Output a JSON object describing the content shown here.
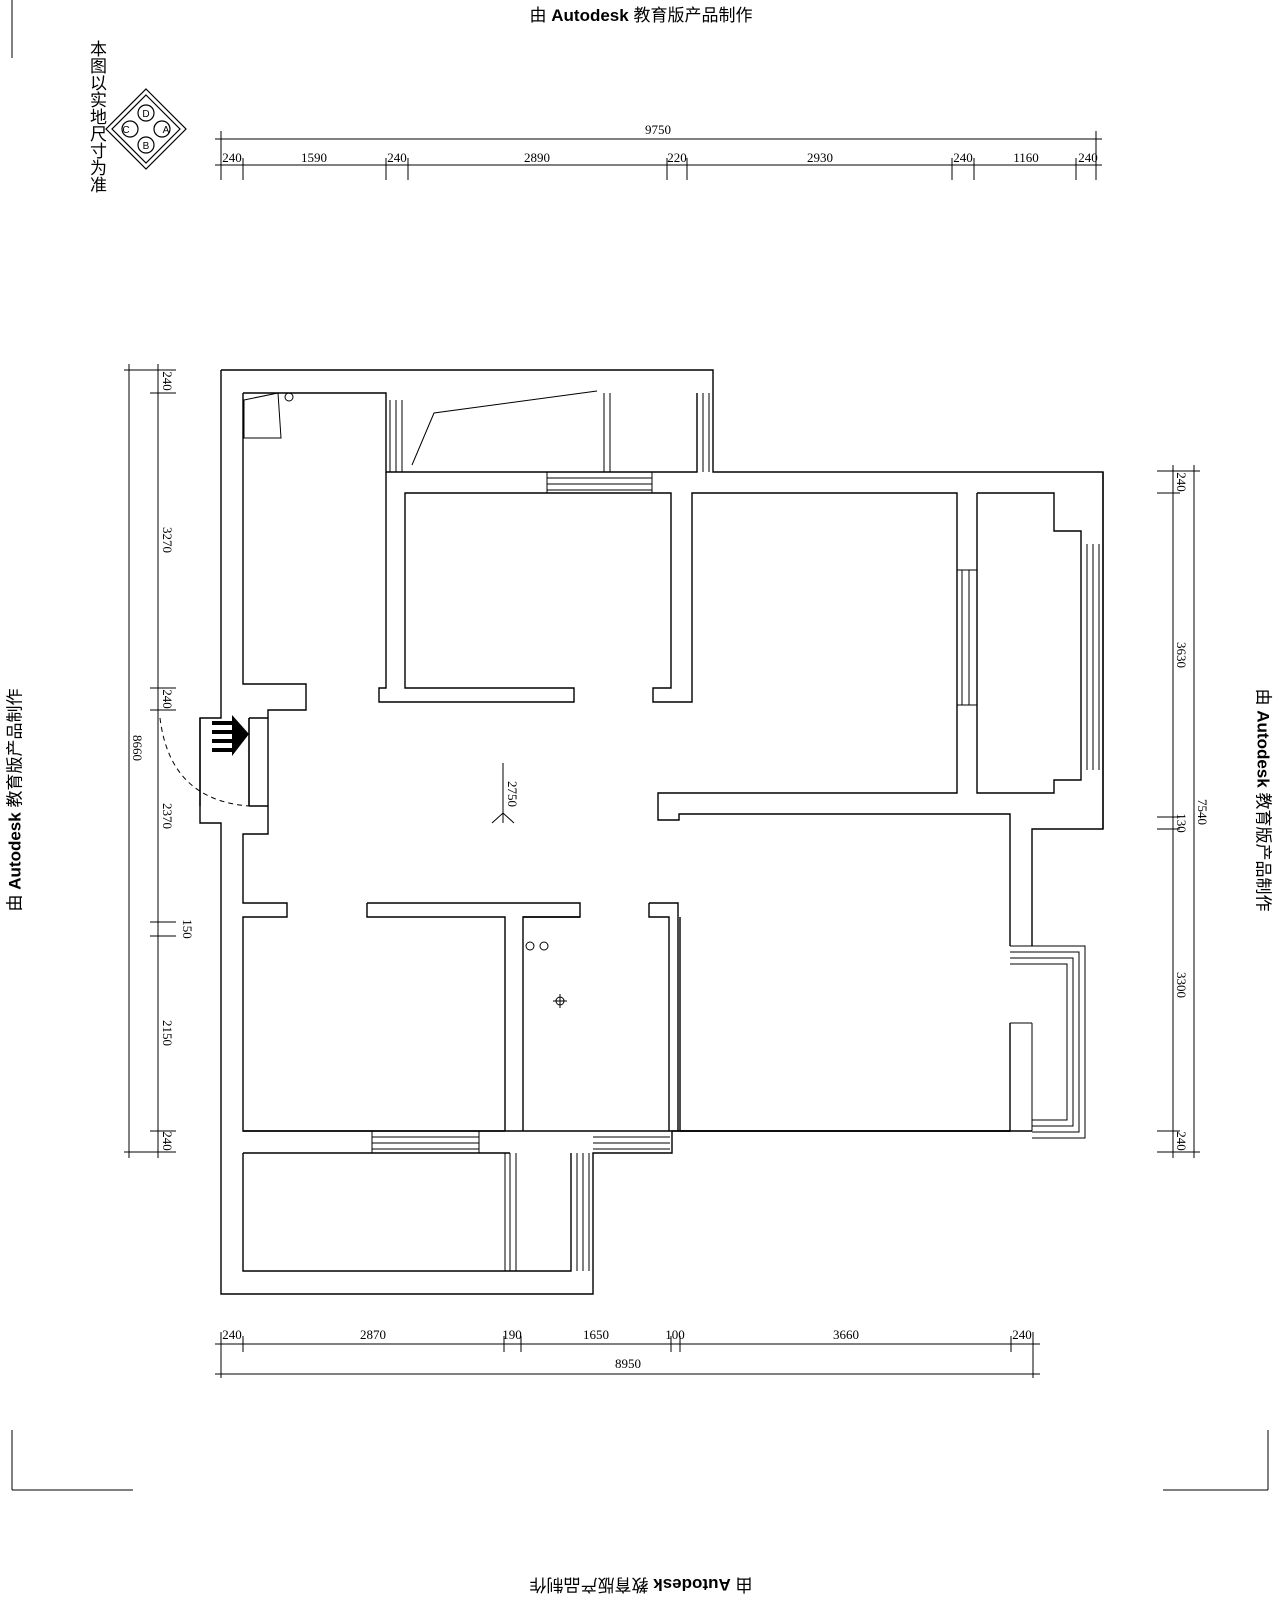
{
  "watermark": {
    "prefix": "由",
    "brand": "Autodesk",
    "suffix": "教育版产品制作"
  },
  "note": "本图以实地尺寸为准",
  "compass": {
    "labels": [
      "A",
      "B",
      "C",
      "D"
    ]
  },
  "dimensions": {
    "top_total": "9750",
    "top_segments": [
      "240",
      "1590",
      "240",
      "2890",
      "220",
      "2930",
      "240",
      "1160",
      "240"
    ],
    "bottom_total": "8950",
    "bottom_segments": [
      "240",
      "2870",
      "190",
      "1650",
      "100",
      "3660",
      "240"
    ],
    "left_total": "8660",
    "left_segments": [
      "240",
      "3270",
      "240",
      "2370",
      "150",
      "2150",
      "240"
    ],
    "right_total": "7540",
    "right_segments": [
      "240",
      "3630",
      "130",
      "3300",
      "240"
    ],
    "interior": "2750"
  }
}
